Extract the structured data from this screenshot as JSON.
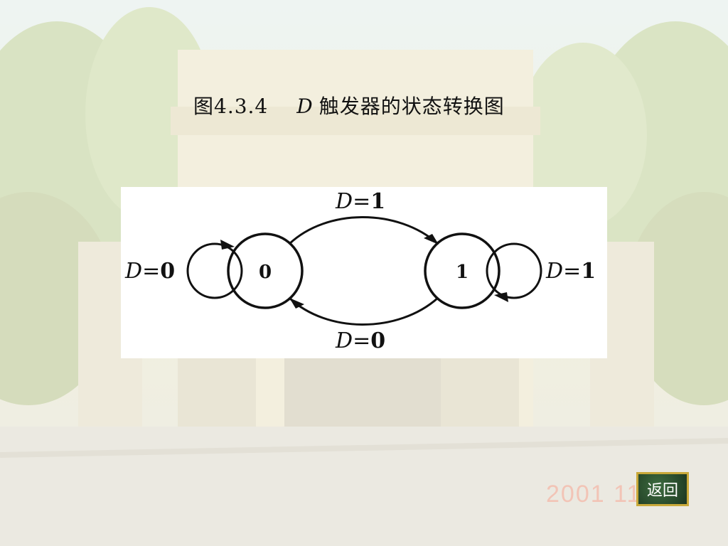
{
  "title": {
    "figure_number": "图4.3.4",
    "variable": "D",
    "text": "触发器的状态转换图"
  },
  "diagram": {
    "states": [
      {
        "id": "s0",
        "label": "0"
      },
      {
        "id": "s1",
        "label": "1"
      }
    ],
    "transitions": [
      {
        "from": "0",
        "to": "1",
        "var": "D",
        "eq": "=",
        "value": "1"
      },
      {
        "from": "1",
        "to": "0",
        "var": "D",
        "eq": "=",
        "value": "0"
      },
      {
        "from": "0",
        "to": "0",
        "var": "D",
        "eq": "=",
        "value": "0"
      },
      {
        "from": "1",
        "to": "1",
        "var": "D",
        "eq": "=",
        "value": "1"
      }
    ]
  },
  "footer": {
    "date_watermark": "2001 11",
    "back_label": "返回"
  }
}
